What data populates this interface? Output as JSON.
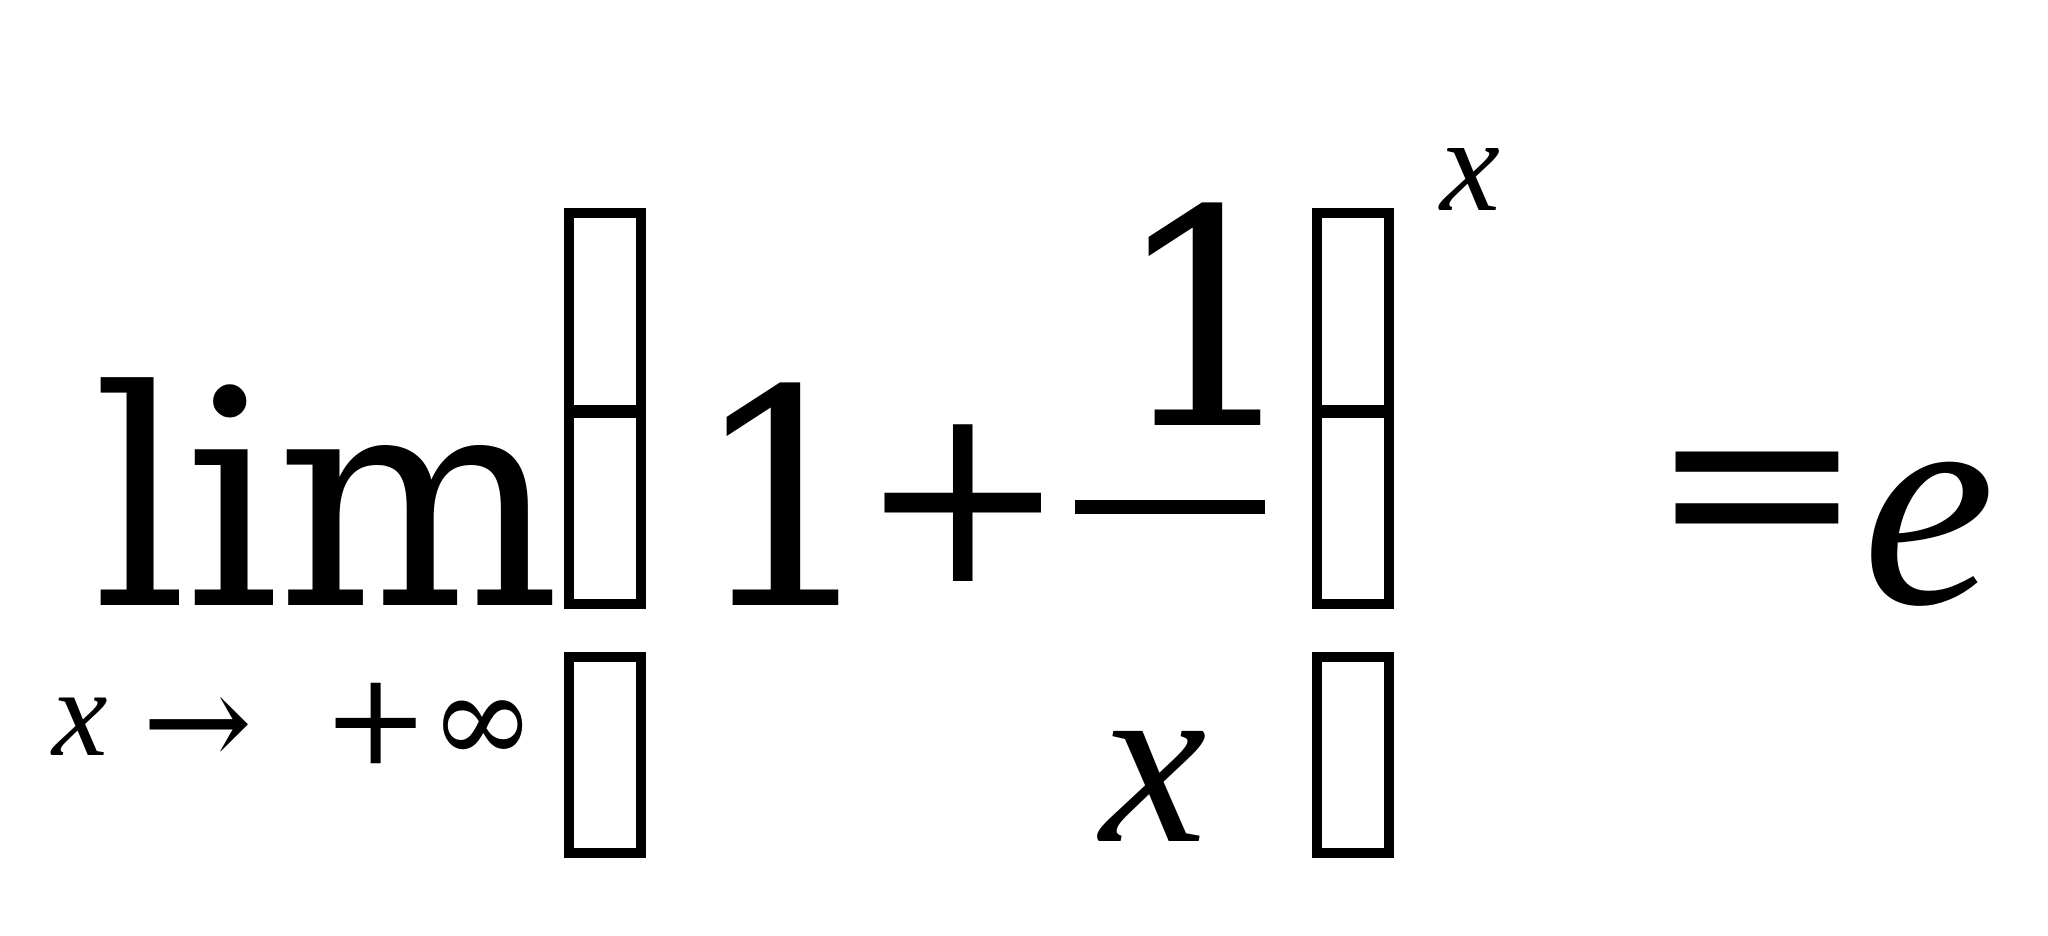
{
  "formula": {
    "lim_label": "lim",
    "subscript_var": "x",
    "subscript_arrow": "→",
    "subscript_limit": "+∞",
    "one": "1",
    "plus": "+",
    "numerator": "1",
    "denominator": "x",
    "exponent": "x",
    "equals": "=",
    "result": "e"
  }
}
